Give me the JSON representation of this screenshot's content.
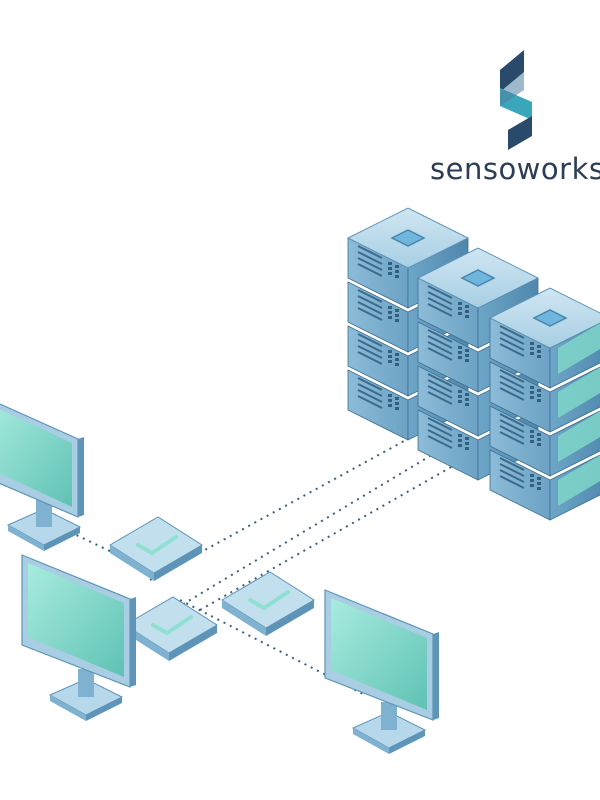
{
  "brand": {
    "name": "sensoworks",
    "logo": "sensoworks-s-logo"
  },
  "colors": {
    "server_top": "#8fc1dc",
    "server_side": "#5c95b8",
    "server_dark": "#3e6f91",
    "screen": "#7fd6c9",
    "screen_frame": "#9fc4dc",
    "switch": "#a9cde3",
    "check": "#8fe0d0",
    "link": "#3b5f7a",
    "logo_dark": "#2a4a6b",
    "logo_teal": "#3aa6b9"
  },
  "illustration": {
    "servers": 3,
    "monitors": 3,
    "switches": 3
  }
}
